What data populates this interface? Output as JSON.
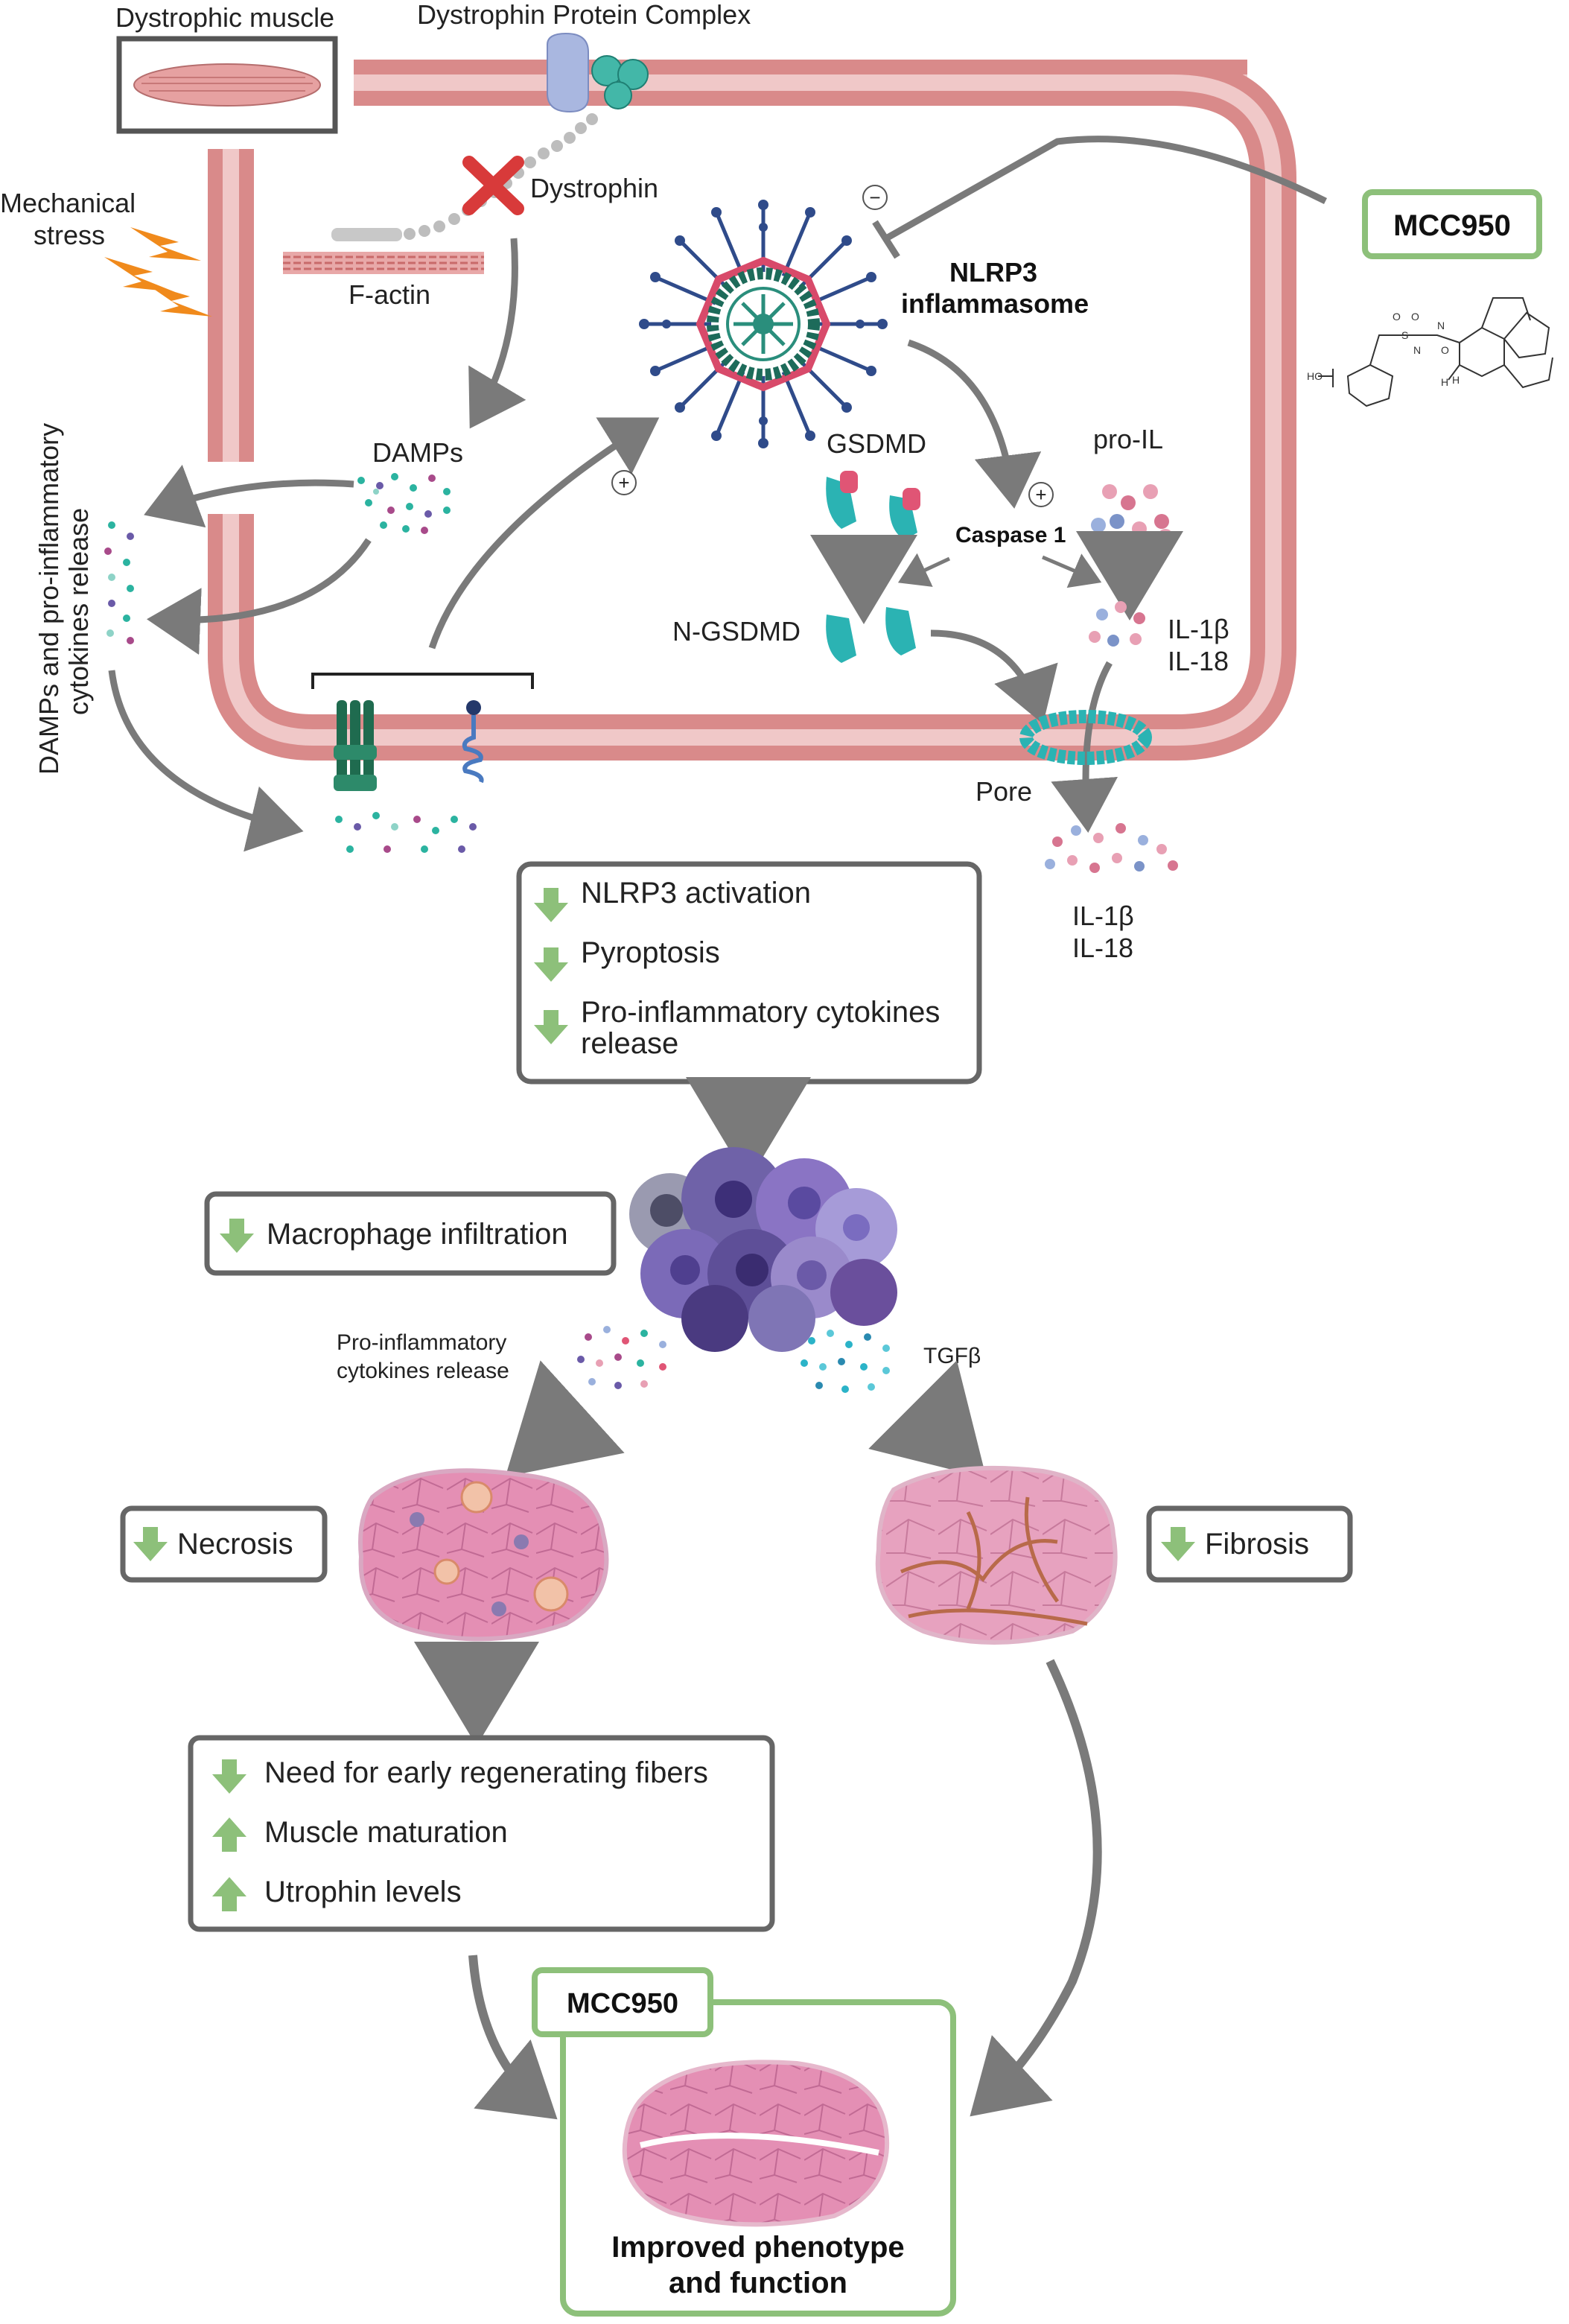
{
  "labels": {
    "dystrophic_muscle": "Dystrophic muscle",
    "dystrophin_complex": "Dystrophin Protein Complex",
    "mechanical_stress_1": "Mechanical",
    "mechanical_stress_2": "stress",
    "dystrophin": "Dystrophin",
    "f_actin": "F-actin",
    "nlrp3_1": "NLRP3",
    "nlrp3_2": "inflammasome",
    "mcc950_top": "MCC950",
    "damps": "DAMPs",
    "side_label_1": "DAMPs and pro-inflammatory",
    "side_label_2": "cytokines release",
    "gsdmd": "GSDMD",
    "pro_il": "pro-IL",
    "caspase1": "Caspase 1",
    "n_gsdmd": "N-GSDMD",
    "il1b_in": "IL-1β",
    "il18_in": "IL-18",
    "pore": "Pore",
    "il1b_out": "IL-1β",
    "il18_out": "IL-18",
    "minus_sign": "−",
    "plus_sign": "+",
    "mol_ho": "HO",
    "mol_s": "S",
    "mol_o": "O",
    "mol_h": "H",
    "mol_n": "N"
  },
  "effects_box_1": {
    "items": [
      "NLRP3 activation",
      "Pyroptosis",
      "Pro-inflammatory cytokines",
      "release"
    ]
  },
  "macrophage_box": {
    "text": "Macrophage infiltration"
  },
  "middle_labels": {
    "proinf_1": "Pro-inflammatory",
    "proinf_2": "cytokines release",
    "tgfb": "TGFβ"
  },
  "necrosis_box": {
    "text": "Necrosis"
  },
  "fibrosis_box": {
    "text": "Fibrosis"
  },
  "effects_box_2": {
    "items": [
      "Need for early regenerating fibers",
      "Muscle maturation",
      "Utrophin levels"
    ]
  },
  "result_box": {
    "tag": "MCC950",
    "line1": "Improved phenotype",
    "line2": "and function"
  },
  "colors": {
    "membrane": "#d98a8a",
    "membrane_light": "#f0c8c8",
    "arrow": "#7a7a7a",
    "green_accent": "#8dc07a",
    "teal": "#2bb3b3",
    "dark_teal": "#1d6b5a",
    "navy": "#2d3f7a",
    "pink": "#e05575",
    "orange": "#f08a1c",
    "purple": "#6a5aa8",
    "tissue_pink": "#e69ab8"
  }
}
